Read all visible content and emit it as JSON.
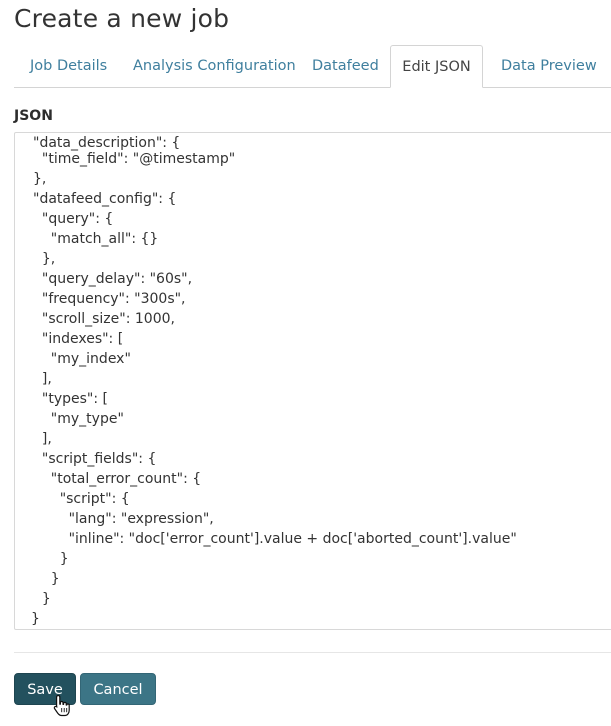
{
  "page": {
    "title": "Create a new job"
  },
  "tabs": [
    {
      "label": "Job Details",
      "active": false
    },
    {
      "label": "Analysis Configuration",
      "active": false
    },
    {
      "label": "Datafeed",
      "active": false
    },
    {
      "label": "Edit JSON",
      "active": true
    },
    {
      "label": "Data Preview",
      "active": false
    }
  ],
  "editor": {
    "label": "JSON",
    "lines": [
      "\"data_description\": {",
      "  \"time_field\": \"@timestamp\"",
      "},",
      "\"datafeed_config\": {",
      "  \"query\": {",
      "    \"match_all\": {}",
      "  },",
      "  \"query_delay\": \"60s\",",
      "  \"frequency\": \"300s\",",
      "  \"scroll_size\": 1000,",
      "  \"indexes\": [",
      "    \"my_index\"",
      "  ],",
      "  \"types\": [",
      "    \"my_type\"",
      "  ],",
      "  \"script_fields\": {",
      "    \"total_error_count\": {",
      "      \"script\": {",
      "        \"lang\": \"expression\",",
      "        \"inline\": \"doc['error_count'].value + doc['aborted_count'].value\"",
      "      }",
      "    }",
      "  }",
      "}"
    ]
  },
  "actions": {
    "save_label": "Save",
    "cancel_label": "Cancel"
  },
  "colors": {
    "link": "#3f7f9e",
    "save_button": "#23515e",
    "cancel_button": "#3c7586"
  },
  "icons": {
    "pointer": "hand-pointer-cursor-icon"
  }
}
